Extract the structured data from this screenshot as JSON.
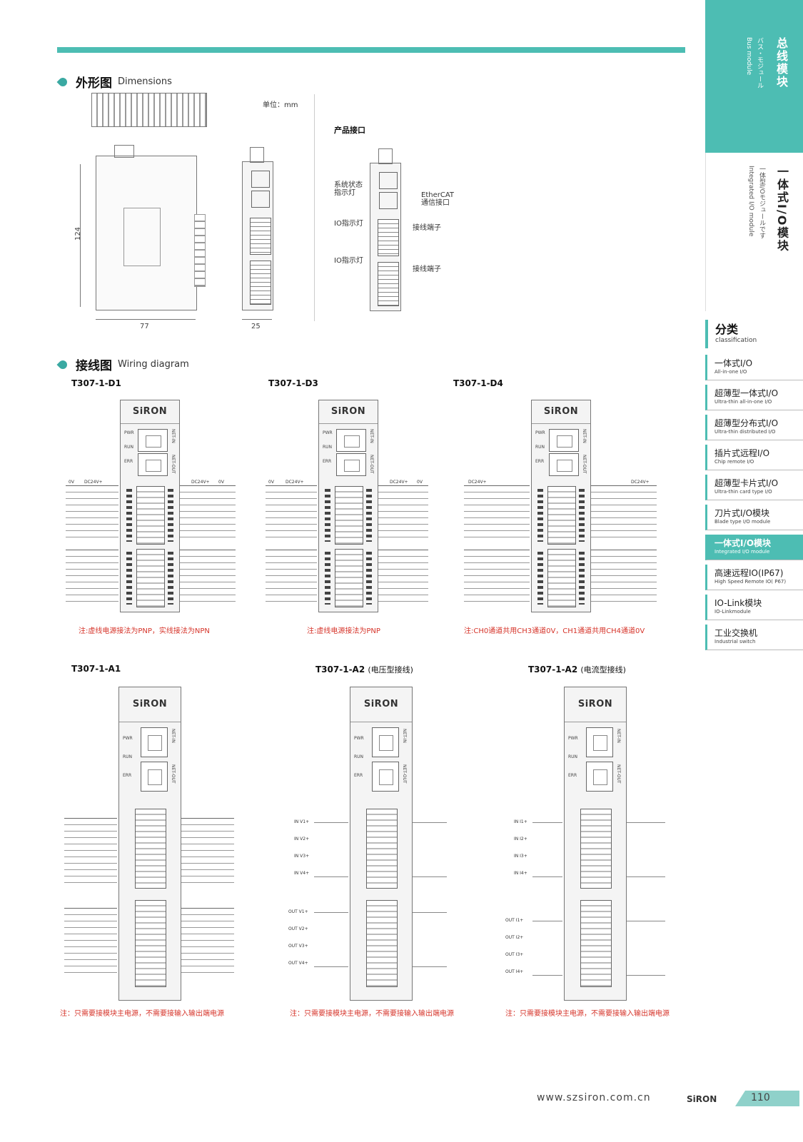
{
  "header": {
    "accent_color": "#4dbdb3"
  },
  "dimensions_section": {
    "title_cn": "外形图",
    "title_en": "Dimensions",
    "unit": "单位：mm",
    "dim_height": "124",
    "dim_width": "77",
    "dim_depth": "25",
    "interface_title": "产品接口",
    "callouts": {
      "status_led": "系统状态\n指示灯",
      "ethercat": "EtherCAT\n通信接口",
      "io_led_1": "IO指示灯",
      "terminal_1": "接线端子",
      "io_led_2": "IO指示灯",
      "terminal_2": "接线端子"
    }
  },
  "wiring_section": {
    "title_cn": "接线图",
    "title_en": "Wiring diagram",
    "brand": "SiRON",
    "models": [
      {
        "name": "T307-1-D1",
        "sub": "",
        "note": "注:虚线电源接法为PNP，实线接法为NPN"
      },
      {
        "name": "T307-1-D3",
        "sub": "",
        "note": "注:虚线电源接法为PNP"
      },
      {
        "name": "T307-1-D4",
        "sub": "",
        "note": "注:CH0通道共用CH3通道0V，CH1通道共用CH4通道0V"
      },
      {
        "name": "T307-1-A1",
        "sub": "",
        "note": "注：只需要接模块主电源，不需要接输入输出端电源"
      },
      {
        "name": "T307-1-A2",
        "sub": "(电压型接线)",
        "note": "注：只需要接模块主电源，不需要接输入输出端电源"
      },
      {
        "name": "T307-1-A2",
        "sub": "(电流型接线)",
        "note": "注：只需要接模块主电源，不需要接输入输出端电源"
      }
    ],
    "labels": {
      "dc24v": "DC24V+",
      "zero_v": "0V",
      "pwr": "PWR",
      "run": "RUN",
      "err": "ERR",
      "net_in": "NET-IN",
      "net_out": "NET-OUT",
      "in_v1": "IN V1+",
      "in_v2": "IN V2+",
      "in_v3": "IN V3+",
      "in_v4": "IN V4+",
      "out_v1": "OUT V1+",
      "out_v2": "OUT V2+",
      "out_v3": "OUT V3+",
      "out_v4": "OUT V4+",
      "in_i1": "IN I1+",
      "in_i2": "IN I2+",
      "in_i3": "IN I3+",
      "in_i4": "IN I4+",
      "out_i1": "OUT I1+",
      "out_i2": "OUT I2+",
      "out_i3": "OUT I3+",
      "out_i4": "OUT I4+"
    }
  },
  "sidebar": {
    "section_title": "总线模块",
    "section_sub_jp": "バス・モジュール",
    "section_sub_en": "Bus module",
    "current_title": "一体式I/O模块",
    "current_sub_jp": "一体型I/Oモジュールです",
    "current_sub_en": "Integrated I/O module",
    "classification_cn": "分类",
    "classification_en": "classification",
    "items": [
      {
        "cn": "一体式I/O",
        "en": "All-in-one I/O"
      },
      {
        "cn": "超薄型一体式I/O",
        "en": "Ultra-thin all-in-one I/O"
      },
      {
        "cn": "超薄型分布式I/O",
        "en": "Ultra-thin distributed I/O"
      },
      {
        "cn": "插片式远程I/O",
        "en": "Chip remote I/O"
      },
      {
        "cn": "超薄型卡片式I/O",
        "en": "Ultra-thin card type I/O"
      },
      {
        "cn": "刀片式I/O模块",
        "en": "Blade type I/O module"
      },
      {
        "cn": "一体式I/O模块",
        "en": "Integrated I/O module"
      },
      {
        "cn": "高速远程IO(IP67)",
        "en": "High Speed Remote IO( P67)"
      },
      {
        "cn": "IO-Link模块",
        "en": "IO-Linkmodule"
      },
      {
        "cn": "工业交换机",
        "en": "Industrial switch"
      }
    ]
  },
  "footer": {
    "url": "www.szsiron.com.cn",
    "brand": "SiRON",
    "page": "110"
  }
}
